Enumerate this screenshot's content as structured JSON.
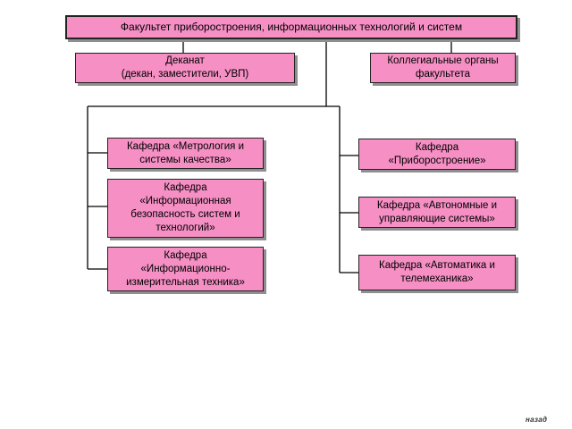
{
  "colors": {
    "box_fill": "#f58fc4",
    "border": "#222222",
    "shadow": "#8f8f8f",
    "line": "#000000"
  },
  "faculty": "Факультет приборостроения, информационных технологий и систем",
  "deanery": "Деканат\n(декан, заместители, УВП)",
  "collegial": "Коллегиальные органы\nфакультета",
  "left_departments": [
    "Кафедра «Метрология и\nсистемы качества»",
    "Кафедра\n«Информационная\nбезопасность систем и\nтехнологий»",
    "Кафедра\n«Информационно-\nизмерительная техника»"
  ],
  "right_departments": [
    "Кафедра\n«Приборостроение»",
    "Кафедра «Автономные и\nуправляющие системы»",
    "Кафедра «Автоматика и\nтелемеханика»"
  ],
  "nav": {
    "back": "назад"
  }
}
